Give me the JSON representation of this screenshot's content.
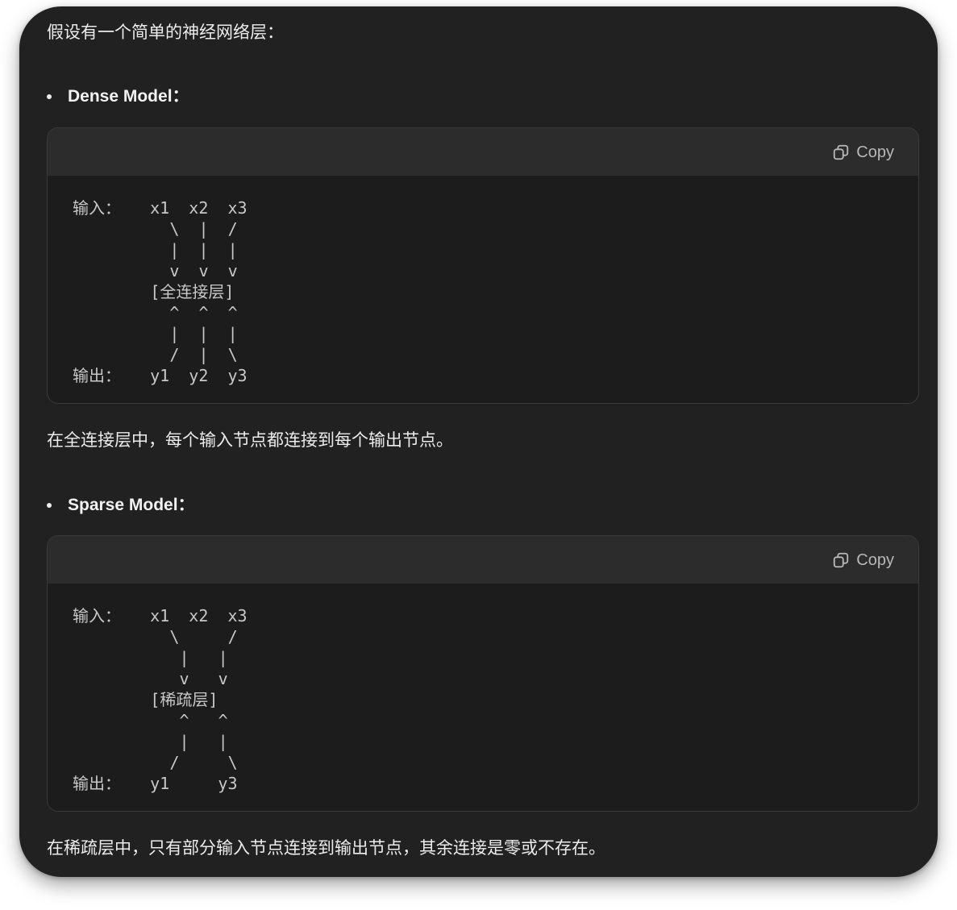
{
  "intro": "假设有一个简单的神经网络层：",
  "dense": {
    "bullet": "Dense Model：",
    "copy_label": "Copy",
    "code": "输入：   x1  x2  x3\n          \\  |  /\n          |  |  |\n          v  v  v\n        [全连接层]\n          ^  ^  ^\n          |  |  |\n          /  |  \\\n输出：   y1  y2  y3",
    "caption": "在全连接层中，每个输入节点都连接到每个输出节点。"
  },
  "sparse": {
    "bullet": "Sparse Model：",
    "copy_label": "Copy",
    "code": "输入：   x1  x2  x3\n          \\     /\n           |   |\n           v   v\n        [稀疏层]\n           ^   ^\n           |   |\n          /     \\\n输出：   y1     y3",
    "caption": "在稀疏层中，只有部分输入节点连接到输出节点，其余连接是零或不存在。"
  }
}
